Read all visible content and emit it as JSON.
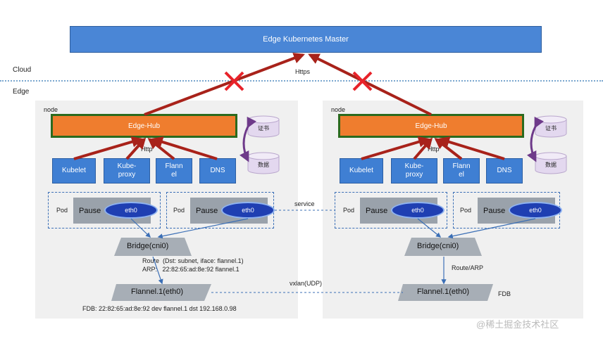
{
  "master": {
    "title": "Edge Kubernetes Master"
  },
  "zones": {
    "cloud": "Cloud",
    "edge": "Edge"
  },
  "https_label": "Https",
  "left_node": {
    "label": "node",
    "hub": "Edge-Hub",
    "http_label": "Http",
    "storage": [
      "证书",
      "数据"
    ],
    "components": [
      "Kubelet",
      "Kube-\nproxy",
      "Flann\nel",
      "DNS"
    ],
    "pods": [
      {
        "label": "Pod",
        "pause": "Pause",
        "eth": "eth0"
      },
      {
        "label": "Pod",
        "pause": "Pause",
        "eth": "eth0"
      }
    ],
    "bridge": "Bridge(cni0)",
    "route_line1": "Route  (Dst: subnet, iface: flannel.1)",
    "route_line2": "ARP:   22:82:65:ad:8e:92 flannel.1",
    "flannel": "Flannel.1(eth0)",
    "fdb": "FDB: 22:82:65:ad:8e:92 dev flannel.1 dst 192.168.0.98"
  },
  "right_node": {
    "label": "node",
    "hub": "Edge-Hub",
    "http_label": "Http",
    "storage": [
      "证书",
      "数据"
    ],
    "components": [
      "Kubelet",
      "Kube-\nproxy",
      "Flann\nel",
      "DNS"
    ],
    "pods": [
      {
        "label": "Pod",
        "pause": "Pause",
        "eth": "eth0"
      },
      {
        "label": "Pod",
        "pause": "Pause",
        "eth": "eth0"
      }
    ],
    "bridge": "Bridge(cni0)",
    "route_arp": "Route/ARP",
    "flannel": "Flannel.1(eth0)",
    "fdb": "FDB"
  },
  "service_label": "service",
  "vxlan_label": "vxlan(UDP)",
  "watermark": "@稀土掘金技术社区",
  "colors": {
    "master": "#4a86d6",
    "hub": "#ef7d2e",
    "hub_border": "#2b6a1e",
    "component": "#3f7fd3",
    "arrow_red": "#a8221a",
    "storage_arrow": "#6e3a8a",
    "cross": "#e8232a"
  }
}
